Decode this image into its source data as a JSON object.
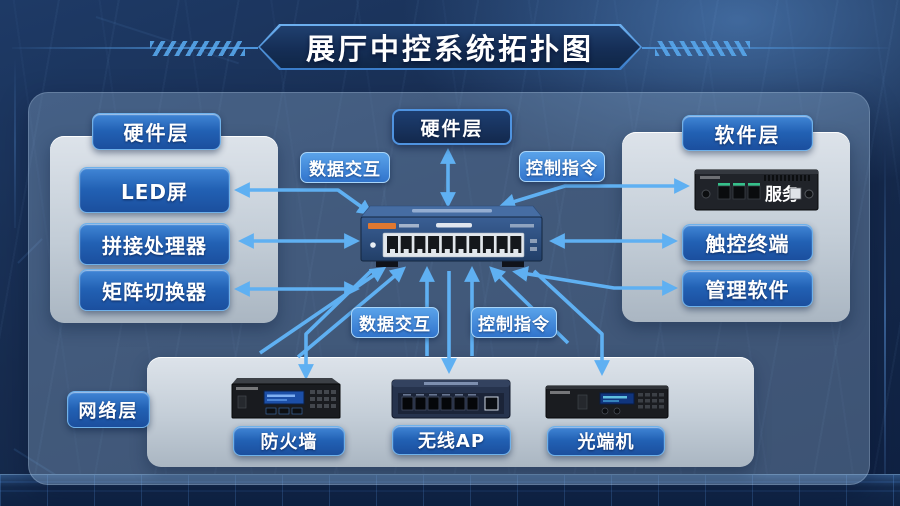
{
  "title": "展厅中控系统拓扑图",
  "center_tab": "硬件层",
  "panels": {
    "hardware": {
      "tab": "硬件层",
      "items": [
        "LED屏",
        "拼接处理器",
        "矩阵切换器"
      ]
    },
    "software": {
      "tab": "软件层",
      "server_label": "服务",
      "items": [
        "触控终端",
        "管理软件"
      ]
    },
    "network": {
      "tab": "网络层",
      "devices": [
        "防火墙",
        "无线AP",
        "光端机"
      ]
    }
  },
  "flow_labels": {
    "data_interaction_top": "数据交互",
    "control_command_top": "控制指令",
    "data_interaction_bottom": "数据交互",
    "control_command_bottom": "控制指令"
  },
  "colors": {
    "arrow": "#5fb0f2",
    "node_blue": "#2e6fc0",
    "panel_light": "#c9d2db",
    "background": "#172c4f",
    "accent_border": "#9cd0f8"
  }
}
